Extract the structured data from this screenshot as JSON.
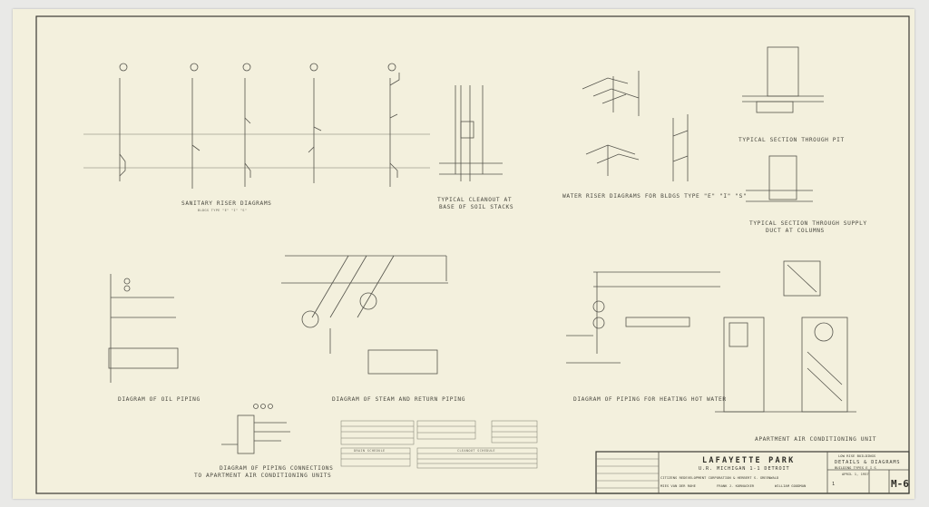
{
  "titles": {
    "sanitary": "SANITARY RISER DIAGRAMS",
    "sanitary_sub": "BLDGS TYPE \"E\" \"I\" \"S\"",
    "cleanout": "TYPICAL CLEANOUT AT",
    "cleanout_2": "BASE OF SOIL STACKS",
    "water_riser": "WATER RISER DIAGRAMS FOR BLDGS TYPE \"E\" \"I\" \"S\"",
    "pit": "TYPICAL SECTION THROUGH PIT",
    "supply": "TYPICAL SECTION THROUGH SUPPLY",
    "supply_2": "DUCT AT COLUMNS",
    "oil": "DIAGRAM OF OIL PIPING",
    "steam": "DIAGRAM OF STEAM AND RETURN PIPING",
    "hot_water": "DIAGRAM OF PIPING FOR HEATING HOT WATER",
    "ac_conn": "DIAGRAM OF PIPING CONNECTIONS",
    "ac_conn_2": "TO APARTMENT AIR CONDITIONING UNITS",
    "ac_unit": "APARTMENT AIR CONDITIONING UNIT",
    "drain_schedule": "DRAIN SCHEDULE",
    "cleanout_schedule": "CLEANOUT SCHEDULE"
  },
  "title_block": {
    "project": "LAFAYETTE PARK",
    "location": "U.R. MICHIGAN 1-1 DETROIT",
    "client": "CITIZENS REDEVELOPMENT CORPORATION & HERBERT S. GREENWALD",
    "architect": "MIES VAN DER ROHE",
    "engineer_1": "FRANK J. KORNACKER",
    "engineer_2": "WILLIAM GOODMAN",
    "building": "LOW RISE BUILDINGS",
    "sheet_title": "DETAILS & DIAGRAMS",
    "building_types": "BUILDING TYPES  E I S",
    "date": "APRIL 1, 1957",
    "sheet_number": "M-6",
    "revision": "1"
  }
}
